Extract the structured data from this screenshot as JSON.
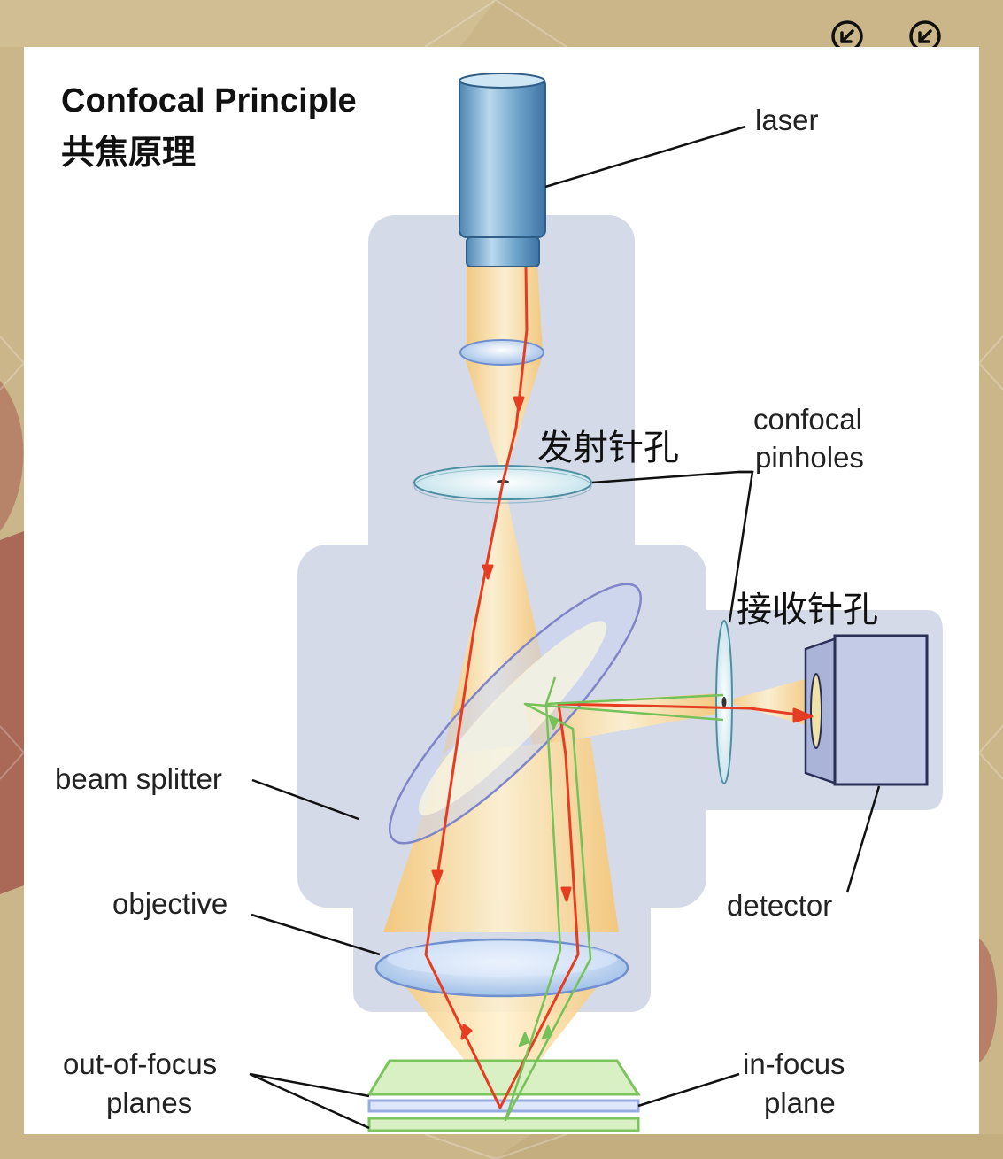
{
  "title": {
    "en": "Confocal Principle",
    "cn": "共焦原理"
  },
  "labels": {
    "laser": "laser",
    "confocal_pinholes_1": "confocal",
    "confocal_pinholes_2": "pinholes",
    "emission_pinhole_cn": "发射针孔",
    "receiving_pinhole_cn": "接收针孔",
    "beam_splitter": "beam splitter",
    "objective": "objective",
    "detector": "detector",
    "out_of_focus_1": "out-of-focus",
    "out_of_focus_2": "planes",
    "in_focus_1": "in-focus",
    "in_focus_2": "plane"
  },
  "icons": {
    "top_buttons": [
      "arrow-down-left-circle-icon",
      "arrow-down-left-circle-icon"
    ]
  },
  "colors": {
    "housing": "#d4dae8",
    "laser_light": "#f5c46a",
    "red_ray": "#e63c22",
    "green_ray": "#76c159",
    "lens": "#b8cfee",
    "pinhole_disc": "#d6ecf3",
    "focus_plane_green": "#b9e39a",
    "focus_plane_blue": "#c9d6f3"
  }
}
